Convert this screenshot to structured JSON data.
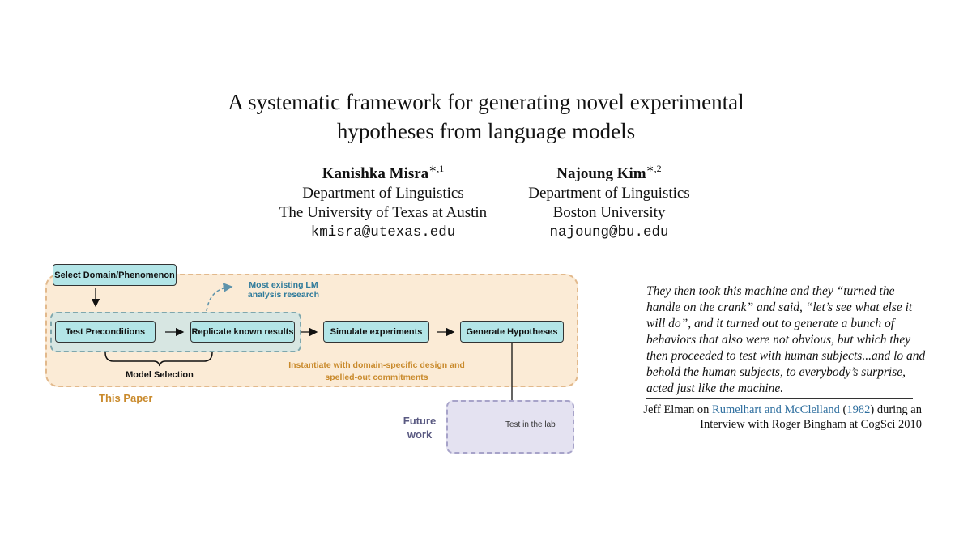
{
  "paper": {
    "title_line1": "A systematic framework for generating novel experimental",
    "title_line2": "hypotheses from language models"
  },
  "authors": [
    {
      "name": "Kanishka Misra",
      "sup": "∗,1",
      "department": "Department of Linguistics",
      "institution": "The University of Texas at Austin",
      "email": "kmisra@utexas.edu"
    },
    {
      "name": "Najoung Kim",
      "sup": "∗,2",
      "department": "Department of Linguistics",
      "institution": "Boston University",
      "email": "najoung@bu.edu"
    }
  ],
  "figure": {
    "select_domain": "Select Domain/Phenomenon",
    "test_preconditions": "Test Preconditions",
    "replicate": "Replicate known results",
    "simulate": "Simulate experiments",
    "generate": "Generate Hypotheses",
    "existing_line1": "Most existing LM",
    "existing_line2": "analysis research",
    "model_selection": "Model Selection",
    "instantiate_line1": "Instantiate with domain-specific design and",
    "instantiate_line2": "spelled-out commitments",
    "this_paper": "This Paper",
    "future_line1": "Future",
    "future_line2": "work",
    "test_lab": "Test in the lab",
    "colors": {
      "box_fill": "#b3e5e7",
      "paper_region": "#fbebd6",
      "precond_region": "#d7e6e2",
      "future_region": "#e4e2f1",
      "orange_text": "#c98a2c",
      "blue_text": "#2f7b9b",
      "purple_text": "#5a5a82"
    }
  },
  "quote": {
    "text": "They then took this machine and they “turned the handle on the crank” and said, “let’s see what else it will do”, and it turned out to generate a bunch of behaviors that also were not obvious, but which they then proceeded to test with human subjects...and lo and behold the human subjects, to everybody’s surprise, acted just like the machine.",
    "attr_prefix": "Jeff Elman on ",
    "attr_link": "Rumelhart and McClelland",
    "attr_open": " (",
    "attr_year": "1982",
    "attr_close": ") during an",
    "attr_line2": "Interview with Roger Bingham at CogSci 2010"
  }
}
